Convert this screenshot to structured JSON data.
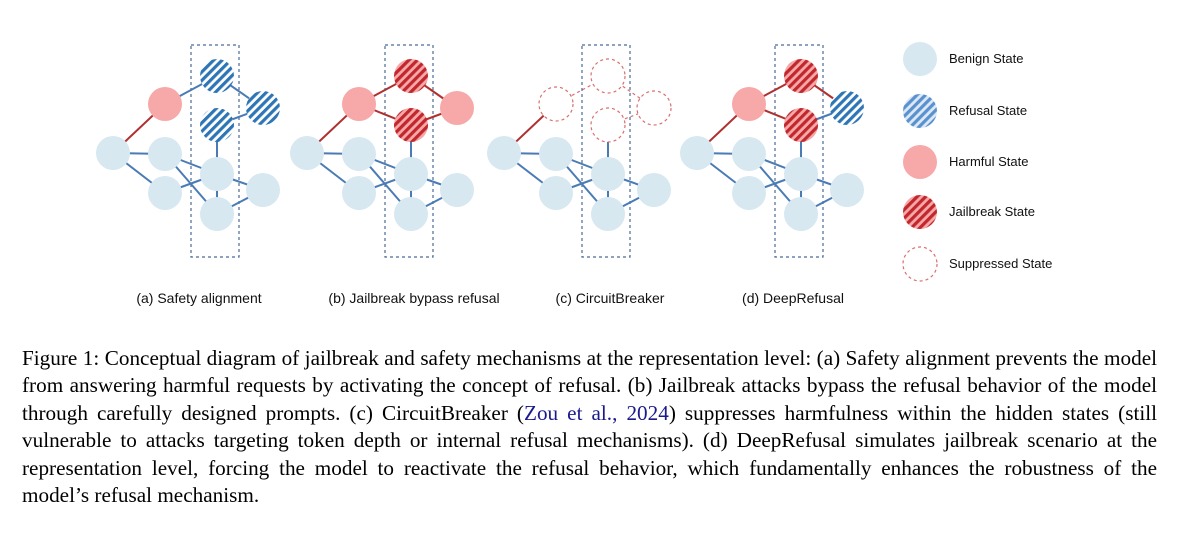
{
  "colors": {
    "benign": "#d7e8f1",
    "refusal": "#2e75b6",
    "harmful": "#f7a8a8",
    "jailbreak": "#c0282d",
    "suppressed_stroke": "#d97070",
    "edge_blue": "#4a7bb5",
    "edge_red": "#b03030",
    "box": "#4a6b9a",
    "citation": "#1a1a8c"
  },
  "legend": [
    {
      "key": "benign",
      "label": "Benign State",
      "icon": "benign-state-icon"
    },
    {
      "key": "refusal",
      "label": "Refusal State",
      "icon": "refusal-state-icon"
    },
    {
      "key": "harmful",
      "label": "Harmful State",
      "icon": "harmful-state-icon"
    },
    {
      "key": "jailbreak",
      "label": "Jailbreak State",
      "icon": "jailbreak-state-icon"
    },
    {
      "key": "suppressed",
      "label": "Suppressed State",
      "icon": "suppressed-state-icon"
    }
  ],
  "panels": [
    {
      "label": "(a) Safety alignment",
      "states": {
        "entry": "benign",
        "h": "harmful",
        "t1": "refusal",
        "t2": "refusal",
        "t3": "refusal",
        "lo1": "benign",
        "lo2": "benign",
        "lo3": "benign",
        "lo4": "benign",
        "lo5": "benign"
      },
      "red_edges": [
        "entry-h"
      ],
      "blue_edges": [
        "h-t1",
        "t1-t3",
        "t2-t3"
      ]
    },
    {
      "label": "(b) Jailbreak bypass refusal",
      "states": {
        "entry": "benign",
        "h": "harmful",
        "t1": "jailbreak",
        "t2": "jailbreak",
        "t3": "harmful",
        "lo1": "benign",
        "lo2": "benign",
        "lo3": "benign",
        "lo4": "benign",
        "lo5": "benign"
      },
      "red_edges": [
        "entry-h",
        "h-t1",
        "h-t2",
        "t1-t3",
        "t2-t3"
      ],
      "blue_edges": []
    },
    {
      "label": "(c) CircuitBreaker",
      "states": {
        "entry": "benign",
        "h": "suppressed",
        "t1": "suppressed",
        "t2": "suppressed",
        "t3": "suppressed",
        "lo1": "benign",
        "lo2": "benign",
        "lo3": "benign",
        "lo4": "benign",
        "lo5": "benign"
      },
      "red_edges": [
        "entry-h"
      ],
      "blue_edges": [],
      "dashed_edges": [
        "h-t1",
        "t1-t3",
        "t2-t3"
      ]
    },
    {
      "label": "(d) DeepRefusal",
      "states": {
        "entry": "benign",
        "h": "harmful",
        "t1": "jailbreak",
        "t2": "jailbreak",
        "t3": "refusal",
        "lo1": "benign",
        "lo2": "benign",
        "lo3": "benign",
        "lo4": "benign",
        "lo5": "benign"
      },
      "red_edges": [
        "entry-h",
        "h-t1",
        "h-t2",
        "t1-t3"
      ],
      "blue_edges": [
        "t2-t3"
      ]
    }
  ],
  "caption": {
    "before_cite": "Figure 1: Conceptual diagram of jailbreak and safety mechanisms at the representation level: (a) Safety alignment prevents the model from answering harmful requests by activating the concept of refusal. (b) Jailbreak attacks bypass the refusal behavior of the model through carefully designed prompts. (c) CircuitBreaker (",
    "cite": "Zou et al., 2024",
    "after_cite": ") suppresses harmfulness within the hidden states (still vulnerable to attacks targeting token depth or internal refusal mechanisms). (d) DeepRefusal simulates jailbreak scenario at the representation level, forcing the model to reactivate the refusal behavior, which fundamentally enhances the robustness of the model’s refusal mechanism."
  }
}
